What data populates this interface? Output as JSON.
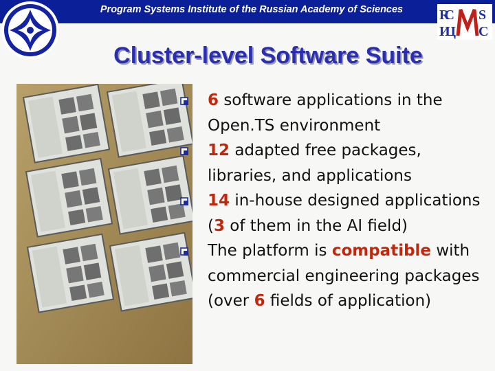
{
  "header": {
    "title": "Program Systems Institute of the Russian Academy of Sciences"
  },
  "logos": {
    "right_line1": "RCMS",
    "right_line2": "ИЦМС",
    "left_icon": "institute-emblem"
  },
  "slide": {
    "title": "Cluster-level Software Suite"
  },
  "photo": {
    "description_icon": "cd-cases-photo"
  },
  "colors": {
    "header_bg": "#0a1f98",
    "title": "#2a2fb0",
    "highlight": "#c0280e",
    "bullet": "#1a2aa0"
  },
  "bullets": [
    {
      "p1": "6",
      "p2": " software applications in the Open.TS environment"
    },
    {
      "p1": "12",
      "p2": " adapted free packages, libraries, and applications"
    },
    {
      "p1": "14",
      "p2": " in-house designed applications (",
      "p3": "3",
      "p4": " of them in the AI field)"
    },
    {
      "p1": "The platform is ",
      "p2": "compatible",
      "p3": " with commercial engineering packages (over ",
      "p4": "6",
      "p5": " fields of application)"
    }
  ]
}
